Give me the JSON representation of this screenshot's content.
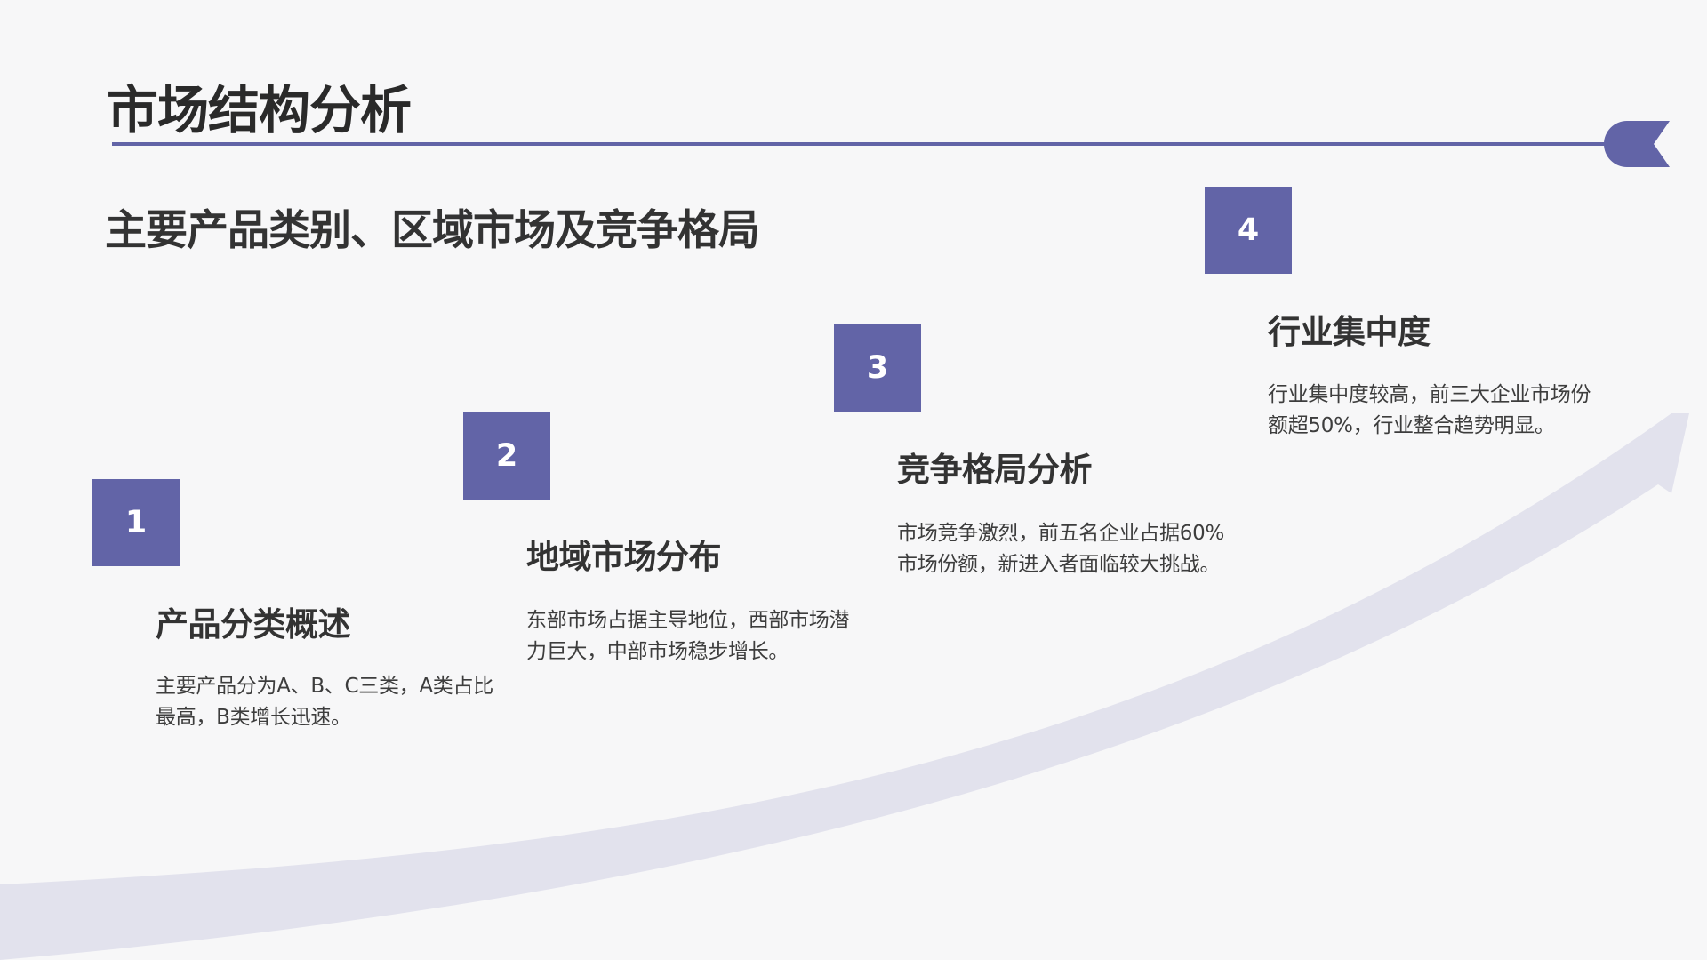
{
  "slide": {
    "title": "市场结构分析",
    "subtitle": "主要产品类别、区域市场及竞争格局"
  },
  "steps": [
    {
      "number": "1",
      "heading": "产品分类概述",
      "description": "主要产品分为A、B、C三类，A类占比最高，B类增长迅速。"
    },
    {
      "number": "2",
      "heading": "地域市场分布",
      "description": "东部市场占据主导地位，西部市场潜力巨大，中部市场稳步增长。"
    },
    {
      "number": "3",
      "heading": "竞争格局分析",
      "description": "市场竞争激烈，前五名企业占据60%市场份额，新进入者面临较大挑战。"
    },
    {
      "number": "4",
      "heading": "行业集中度",
      "description": "行业集中度较高，前三大企业市场份额超50%，行业整合趋势明显。"
    }
  ],
  "colors": {
    "accent": "#6264a7",
    "arrow": "#e2e2ed",
    "title_text": "#2a2a2a",
    "body_text": "#3d3d3d",
    "background": "#f7f7f8"
  }
}
